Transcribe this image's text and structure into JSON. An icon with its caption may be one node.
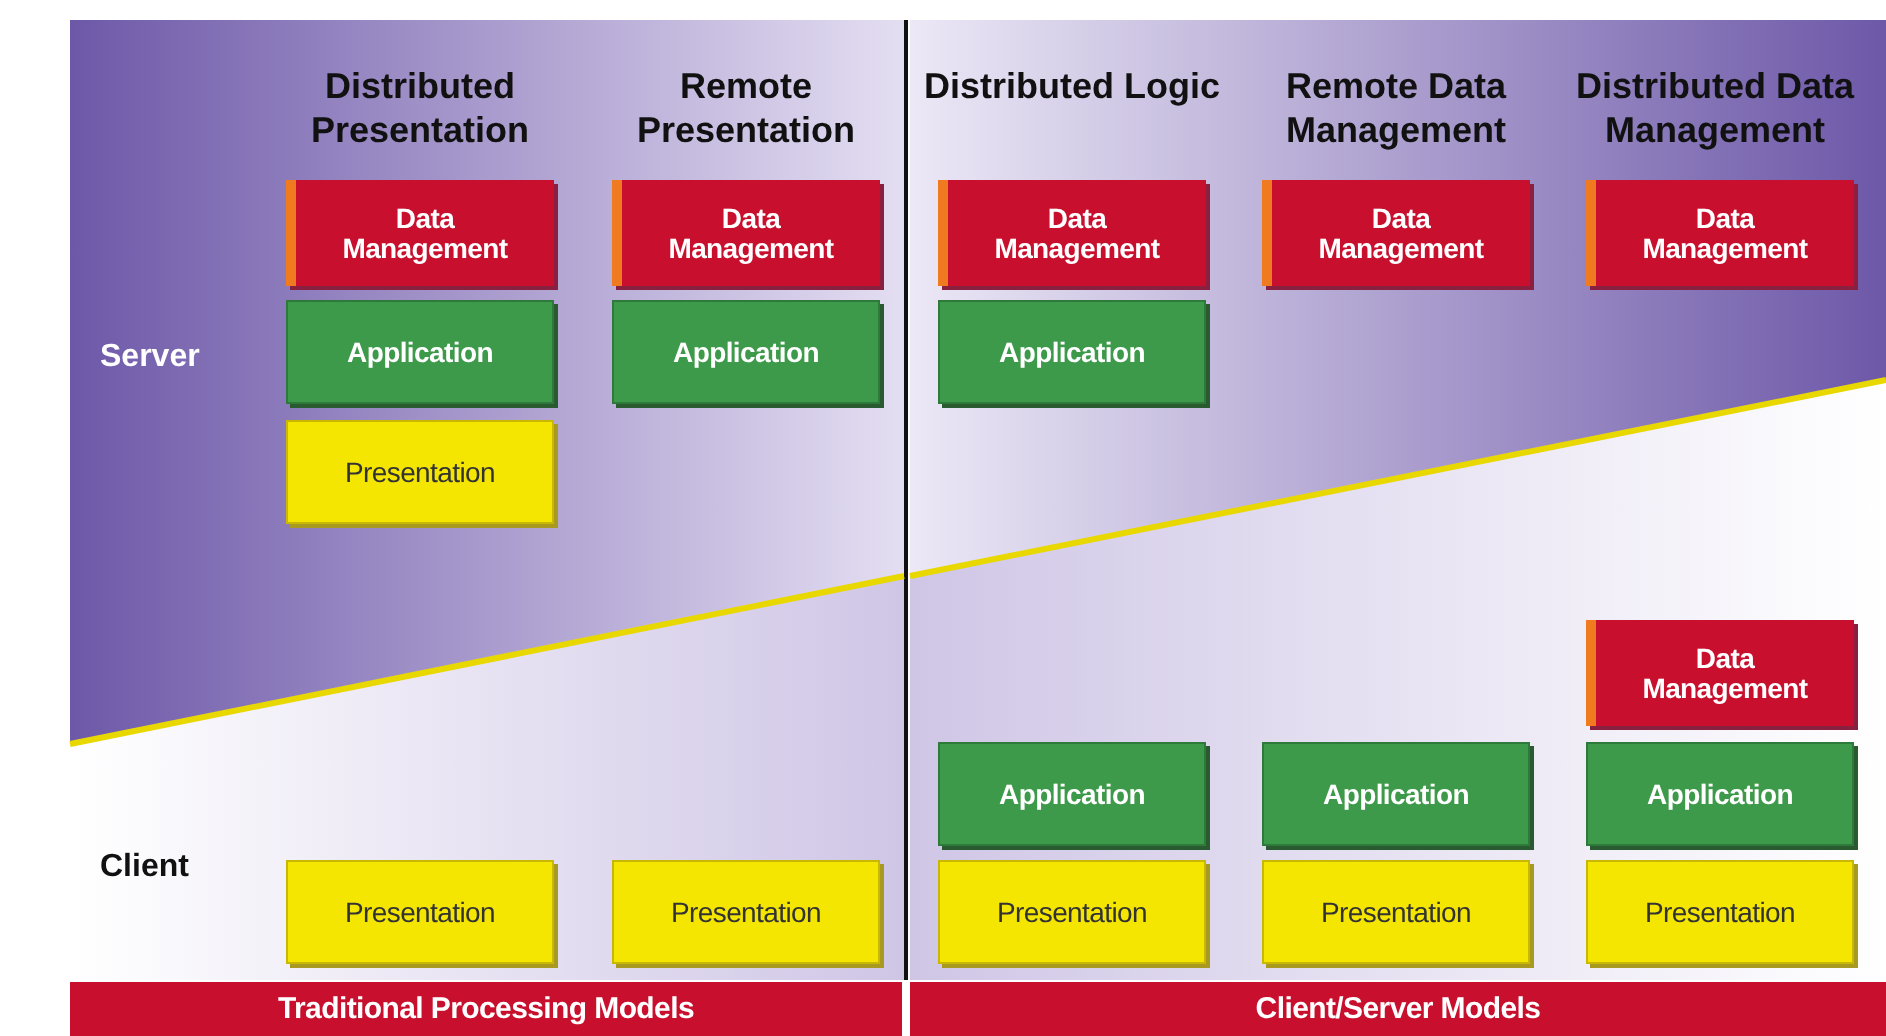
{
  "diagram": {
    "nodes": [
      {
        "text": [
          "Data Management"
        ]
      },
      {
        "text": [
          "Data Management"
        ]
      },
      {
        "text": [
          "Data Management"
        ]
      },
      {
        "text": [
          "Data Management"
        ]
      },
      {
        "text": [
          "Data Management"
        ]
      },
      {
        "text": [
          "Application"
        ]
      },
      {
        "text": [
          "Application"
        ]
      },
      {
        "text": [
          "Application"
        ]
      },
      {
        "text": [
          "Presentation"
        ]
      },
      {
        "text": [
          "Data Management"
        ]
      },
      {
        "text": [
          "Application"
        ]
      },
      {
        "text": [
          "Application"
        ]
      },
      {
        "text": [
          "Application"
        ]
      },
      {
        "text": [
          "Presentation"
        ]
      },
      {
        "text": [
          "Presentation"
        ]
      },
      {
        "text": [
          "Presentation"
        ]
      },
      {
        "text": [
          "Presentation"
        ]
      },
      {
        "text": [
          "Presentation"
        ]
      },
      {
        "text": [
          "Traditional Processing Models"
        ]
      },
      {
        "text": [
          "Client/Server Models"
        ]
      }
    ],
    "edges": [],
    "labels": [
      "Distributed Presentation",
      "Remote Presentation",
      "Distributed Logic",
      "Remote Data Management",
      "Distributed Data Management",
      "Server",
      "Client"
    ]
  }
}
